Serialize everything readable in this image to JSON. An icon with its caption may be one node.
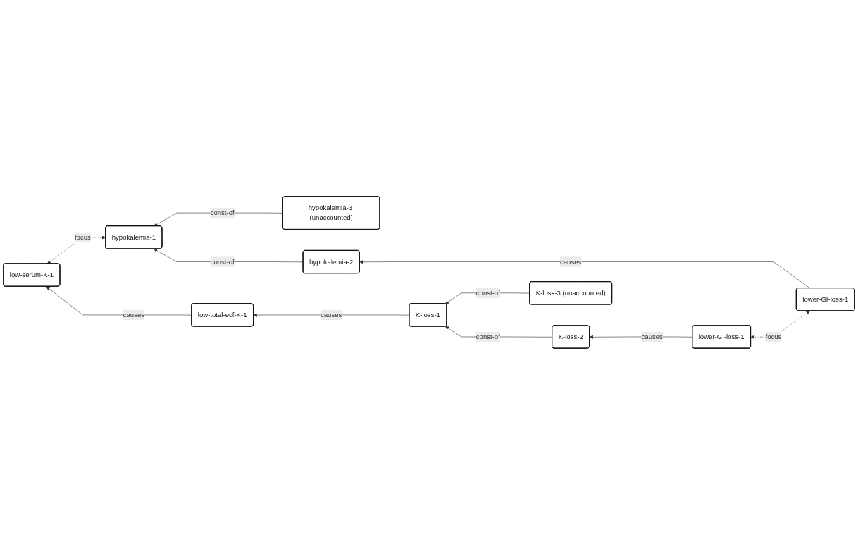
{
  "diagram": {
    "nodes": [
      {
        "text": [
          "hypokalemia-3 (unaccounted)"
        ]
      },
      {
        "text": [
          "hypokalemia-1"
        ]
      },
      {
        "text": [
          "lower-GI-loss-1"
        ]
      },
      {
        "text": [
          "hypokalemia-2"
        ]
      },
      {
        "text": [
          "K-loss-3 (unaccounted)"
        ]
      },
      {
        "text": [
          "low-serum-K-1"
        ]
      },
      {
        "text": [
          "low-total-ecf-K-1"
        ]
      },
      {
        "text": [
          "K-loss-1"
        ]
      },
      {
        "text": [
          "K-loss-2"
        ]
      },
      {
        "text": [
          "lower-GI-loss-1"
        ]
      }
    ],
    "edges": [
      {
        "from": 0,
        "to": 1,
        "arrow": "to",
        "label": "const-of"
      },
      {
        "from": 3,
        "to": 1,
        "arrow": "to",
        "label": "const-of"
      },
      {
        "from": 2,
        "to": 3,
        "arrow": "to",
        "label": "causes"
      },
      {
        "from": 1,
        "to": 5,
        "arrow": "both",
        "label": "focus",
        "style": "dashed"
      },
      {
        "from": 2,
        "to": 9,
        "arrow": "both",
        "label": "focus",
        "style": "dashed"
      },
      {
        "from": 4,
        "to": 7,
        "arrow": "to",
        "label": "const-of"
      },
      {
        "from": 8,
        "to": 7,
        "arrow": "to",
        "label": "const-of"
      },
      {
        "from": 7,
        "to": 6,
        "arrow": "to",
        "label": "causes"
      },
      {
        "from": 6,
        "to": 5,
        "arrow": "to",
        "label": "causes"
      },
      {
        "from": 9,
        "to": 8,
        "arrow": "to",
        "label": "causes"
      }
    ]
  }
}
